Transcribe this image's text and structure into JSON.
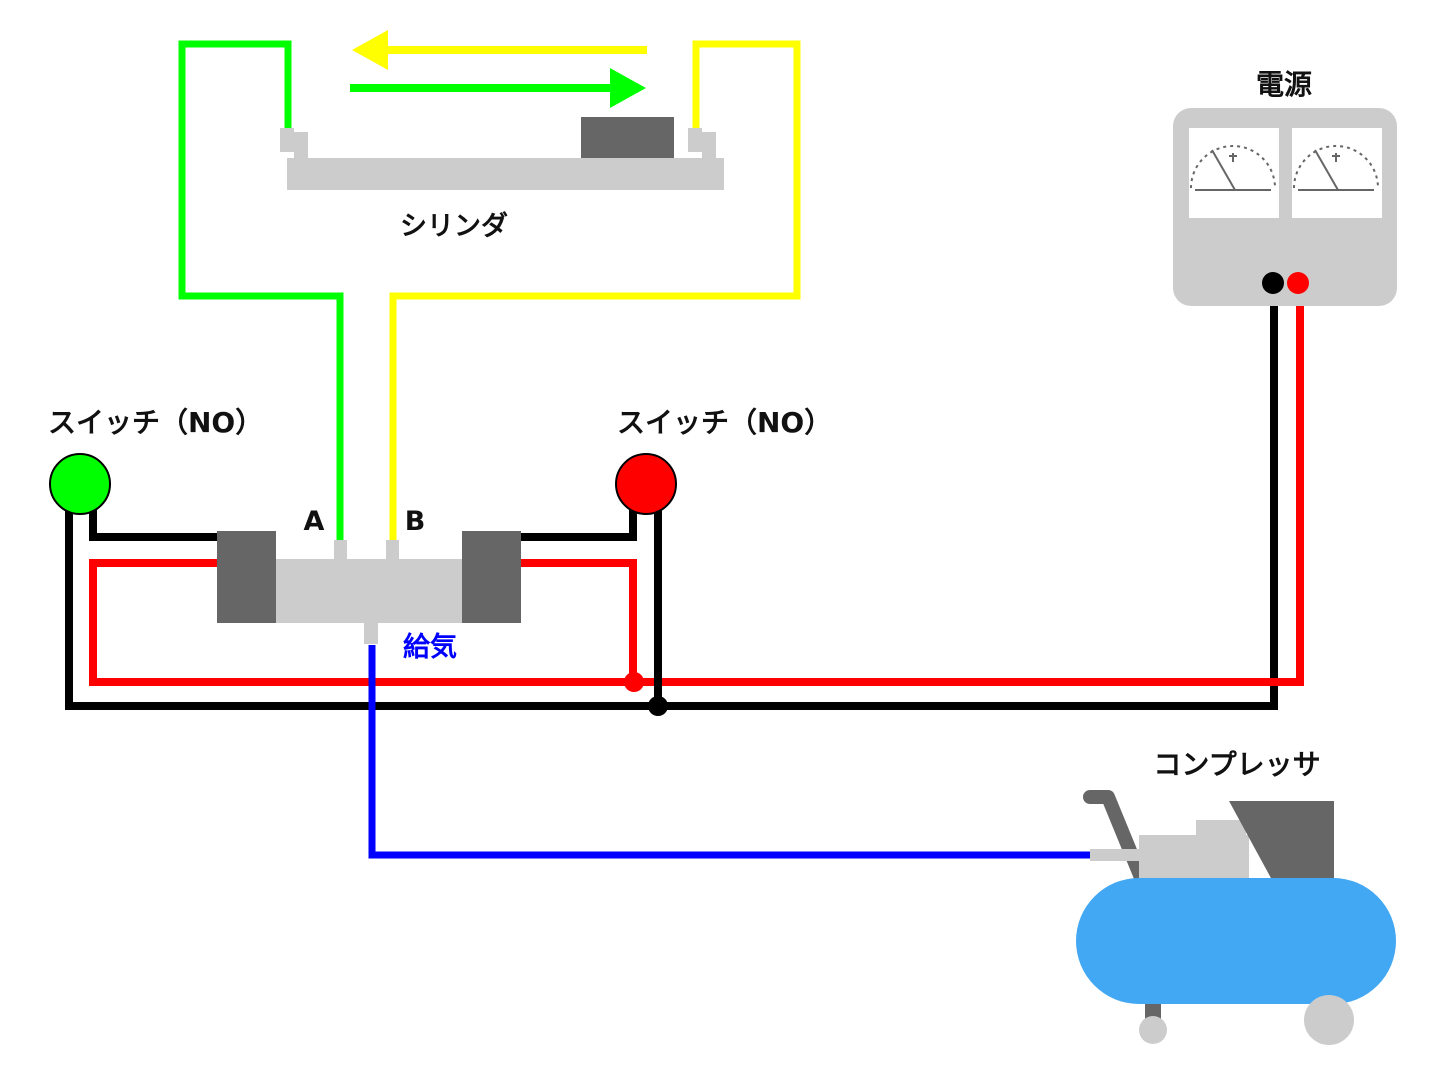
{
  "diagram": {
    "title": "Pneumatic cylinder control circuit",
    "labels": {
      "cylinder": "シリンダ",
      "power_supply": "電源",
      "switch_left": "スイッチ（NO）",
      "switch_right": "スイッチ（NO）",
      "port_a": "A",
      "port_b": "B",
      "air_supply": "給気",
      "compressor": "コンプレッサ"
    },
    "colors": {
      "line_a": "#00ff00",
      "line_b": "#ffff00",
      "air_line": "#0000ff",
      "wire_positive": "#ff0000",
      "wire_negative": "#000000",
      "body_light": "#cccccc",
      "body_dark": "#666666",
      "tank": "#42a8f4",
      "switch_left": "#00ff00",
      "switch_right": "#ff0000",
      "air_label": "#0000ff"
    },
    "components": [
      {
        "id": "cylinder",
        "type": "double-acting cylinder"
      },
      {
        "id": "valve",
        "type": "solenoid valve (double solenoid)",
        "ports": [
          "A",
          "B",
          "給気"
        ]
      },
      {
        "id": "switch-left",
        "type": "push button NO",
        "color": "green"
      },
      {
        "id": "switch-right",
        "type": "push button NO",
        "color": "red"
      },
      {
        "id": "power-supply",
        "type": "DC power supply",
        "meters": 2
      },
      {
        "id": "compressor",
        "type": "air compressor"
      }
    ],
    "arrows": [
      {
        "direction": "left",
        "color": "yellow"
      },
      {
        "direction": "right",
        "color": "green"
      }
    ]
  }
}
